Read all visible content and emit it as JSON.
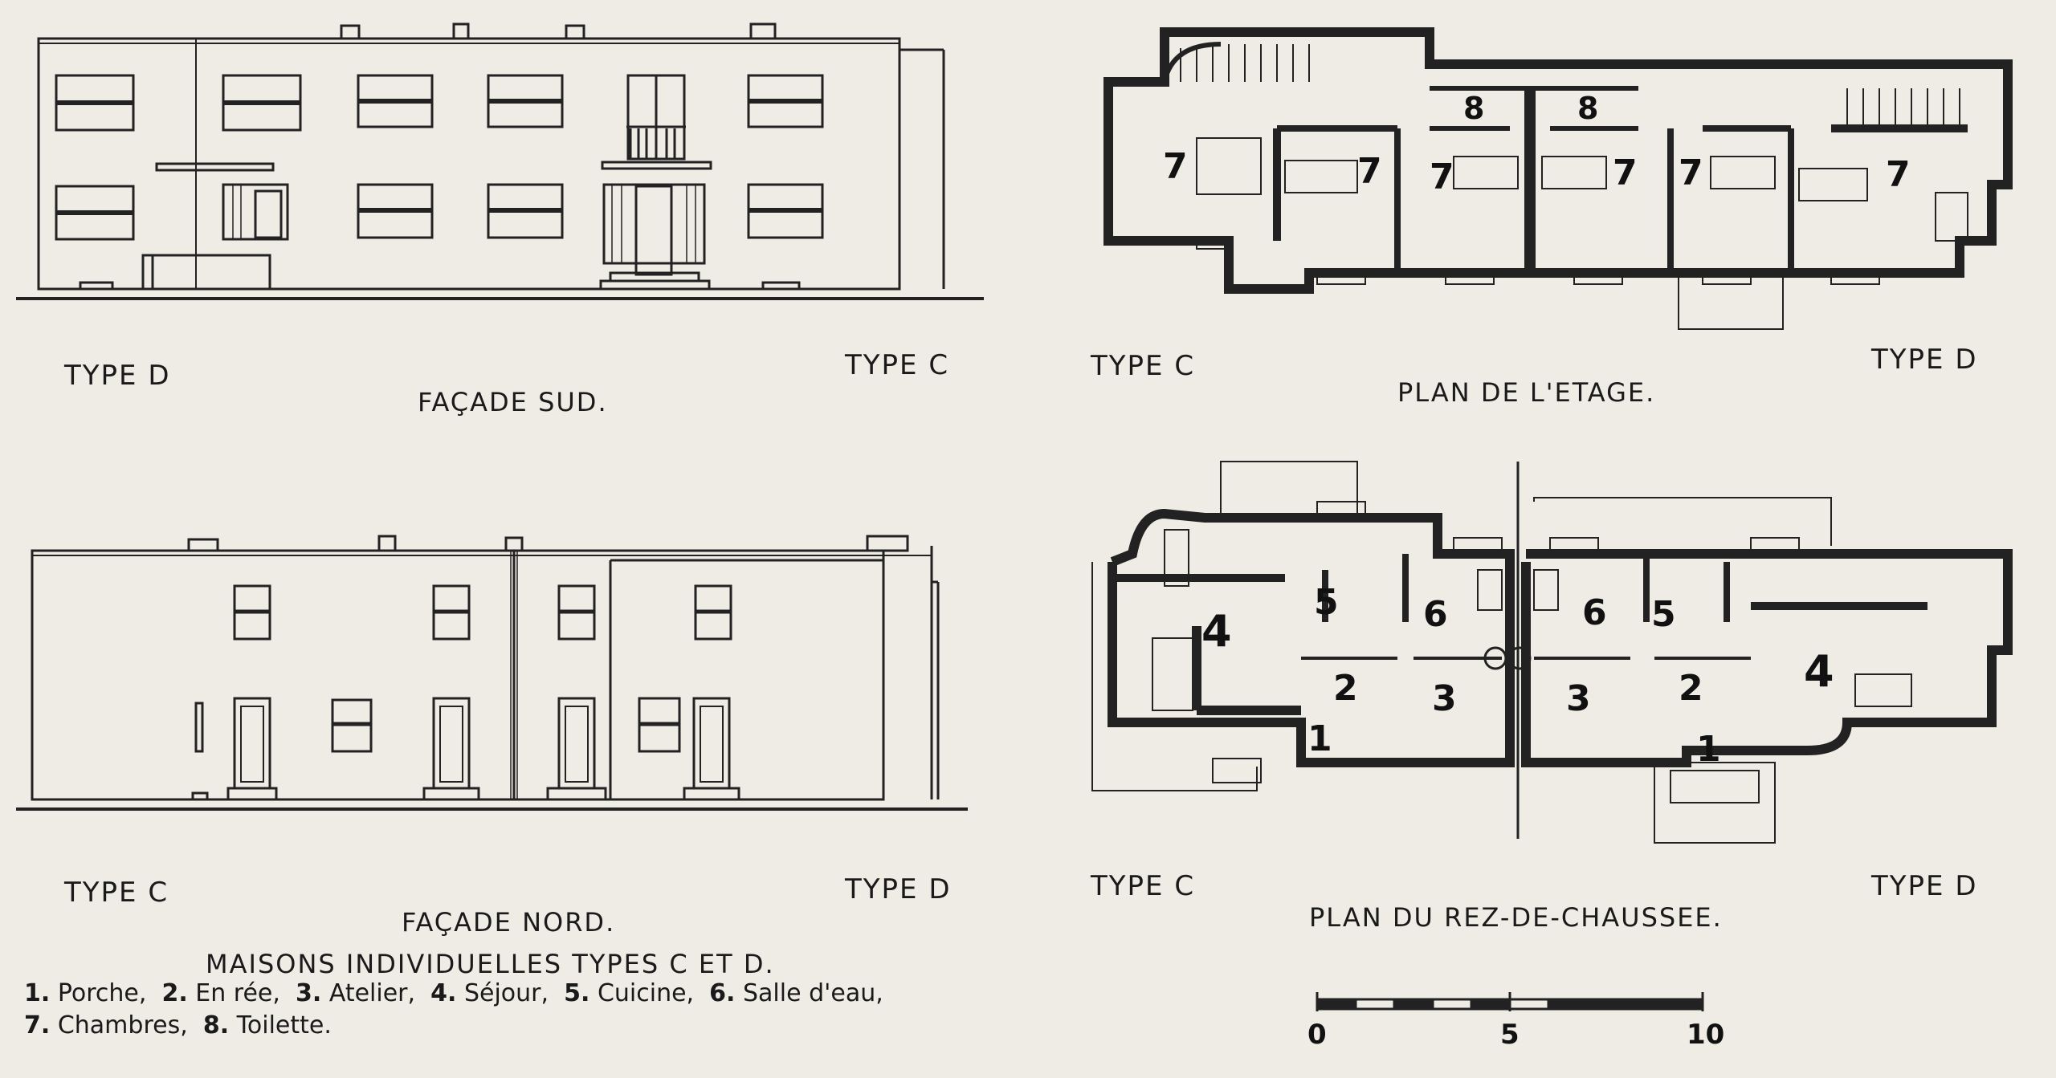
{
  "facade_sud": {
    "caption": "FAÇADE SUD.",
    "left_type": "TYPE D",
    "right_type": "TYPE C"
  },
  "facade_nord": {
    "caption": "FAÇADE NORD.",
    "left_type": "TYPE C",
    "right_type": "TYPE D"
  },
  "plan_etage": {
    "caption": "PLAN DE L'ETAGE.",
    "left_type": "TYPE C",
    "right_type": "TYPE D",
    "room_numbers": [
      "7",
      "7",
      "7",
      "7",
      "7",
      "7",
      "8",
      "8"
    ]
  },
  "plan_rdc": {
    "caption": "PLAN DU REZ-DE-CHAUSSEE.",
    "left_type": "TYPE C",
    "right_type": "TYPE D",
    "room_numbers": [
      "4",
      "5",
      "6",
      "2",
      "3",
      "1",
      "6",
      "5",
      "3",
      "2",
      "1",
      "4"
    ]
  },
  "title": "MAISONS INDIVIDUELLES TYPES C ET D.",
  "legend": {
    "line1": [
      {
        "num": "1.",
        "text": "Porche,"
      },
      {
        "num": "2.",
        "text": "En rée,"
      },
      {
        "num": "3.",
        "text": "Atelier,"
      },
      {
        "num": "4.",
        "text": "Séjour,"
      },
      {
        "num": "5.",
        "text": "Cuicine,"
      },
      {
        "num": "6.",
        "text": "Salle d'eau,"
      }
    ],
    "line2": [
      {
        "num": "7.",
        "text": "Chambres,"
      },
      {
        "num": "8.",
        "text": "Toilette."
      }
    ]
  },
  "scale": {
    "ticks": [
      "0",
      "5",
      "10"
    ]
  }
}
